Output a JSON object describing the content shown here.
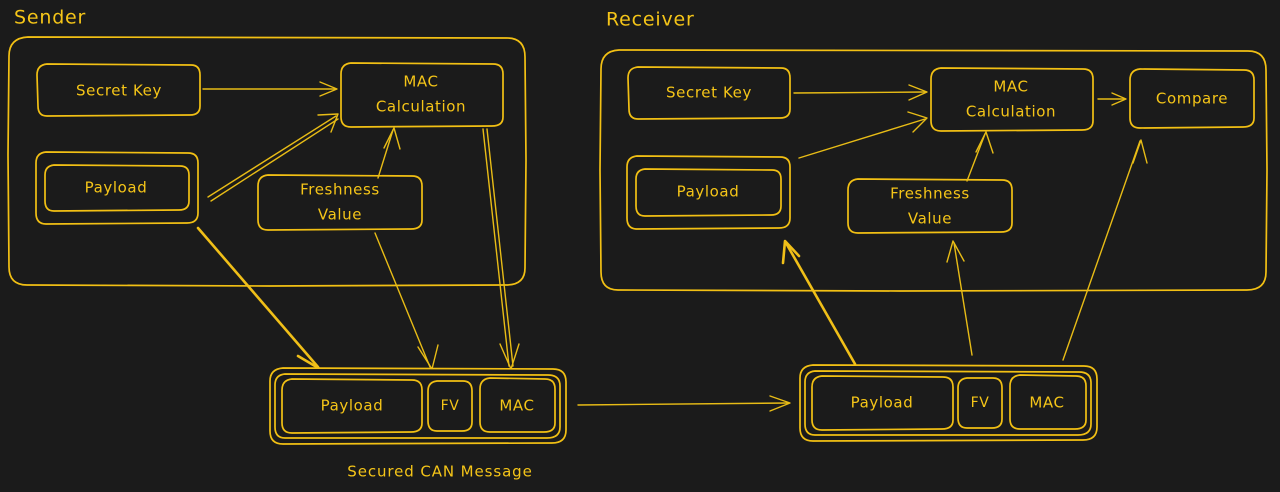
{
  "diagram": {
    "title": "Secured CAN Message",
    "style": {
      "background": "#1b1b1b",
      "stroke": "#f2c014",
      "text": "#f5c518"
    },
    "groups": [
      {
        "id": "sender",
        "label": "Sender",
        "nodes": [
          {
            "id": "sender-secret-key",
            "label": "Secret Key"
          },
          {
            "id": "sender-payload",
            "label": "Payload"
          },
          {
            "id": "sender-freshness-value",
            "label": "Freshness\nValue",
            "line1": "Freshness",
            "line2": "Value"
          },
          {
            "id": "sender-mac-calculation",
            "label": "MAC\nCalculation",
            "line1": "MAC",
            "line2": "Calculation"
          }
        ]
      },
      {
        "id": "receiver",
        "label": "Receiver",
        "nodes": [
          {
            "id": "receiver-secret-key",
            "label": "Secret Key"
          },
          {
            "id": "receiver-payload",
            "label": "Payload"
          },
          {
            "id": "receiver-freshness-value",
            "label": "Freshness\nValue",
            "line1": "Freshness",
            "line2": "Value"
          },
          {
            "id": "receiver-mac-calculation",
            "label": "MAC\nCalculation",
            "line1": "MAC",
            "line2": "Calculation"
          },
          {
            "id": "receiver-compare",
            "label": "Compare"
          }
        ]
      }
    ],
    "messages": [
      {
        "id": "sender-message",
        "caption": "Secured CAN Message",
        "fields": [
          {
            "id": "sender-msg-payload",
            "label": "Payload"
          },
          {
            "id": "sender-msg-fv",
            "label": "FV"
          },
          {
            "id": "sender-msg-mac",
            "label": "MAC"
          }
        ]
      },
      {
        "id": "receiver-message",
        "caption": "",
        "fields": [
          {
            "id": "receiver-msg-payload",
            "label": "Payload"
          },
          {
            "id": "receiver-msg-fv",
            "label": "FV"
          },
          {
            "id": "receiver-msg-mac",
            "label": "MAC"
          }
        ]
      }
    ],
    "edges": [
      {
        "id": "edge-sender-key-to-mac",
        "from": "sender-secret-key",
        "to": "sender-mac-calculation"
      },
      {
        "id": "edge-sender-payload-to-mac",
        "from": "sender-payload",
        "to": "sender-mac-calculation"
      },
      {
        "id": "edge-sender-fv-to-mac",
        "from": "sender-freshness-value",
        "to": "sender-mac-calculation"
      },
      {
        "id": "edge-sender-payload-to-msg",
        "from": "sender-payload",
        "to": "sender-msg-payload"
      },
      {
        "id": "edge-sender-fv-to-msg",
        "from": "sender-freshness-value",
        "to": "sender-msg-fv"
      },
      {
        "id": "edge-sender-mac-to-msg",
        "from": "sender-mac-calculation",
        "to": "sender-msg-mac"
      },
      {
        "id": "edge-transmission",
        "from": "sender-message",
        "to": "receiver-message"
      },
      {
        "id": "edge-receiver-key-to-mac",
        "from": "receiver-secret-key",
        "to": "receiver-mac-calculation"
      },
      {
        "id": "edge-receiver-payload-to-mac",
        "from": "receiver-payload",
        "to": "receiver-mac-calculation"
      },
      {
        "id": "edge-receiver-fv-to-mac",
        "from": "receiver-freshness-value",
        "to": "receiver-mac-calculation"
      },
      {
        "id": "edge-receiver-mac-to-compare",
        "from": "receiver-mac-calculation",
        "to": "receiver-compare"
      },
      {
        "id": "edge-msg-payload-to-receiver-payload",
        "from": "receiver-msg-payload",
        "to": "receiver-payload"
      },
      {
        "id": "edge-msg-fv-to-receiver-fv",
        "from": "receiver-msg-fv",
        "to": "receiver-freshness-value"
      },
      {
        "id": "edge-msg-mac-to-compare",
        "from": "receiver-msg-mac",
        "to": "receiver-compare"
      }
    ]
  }
}
